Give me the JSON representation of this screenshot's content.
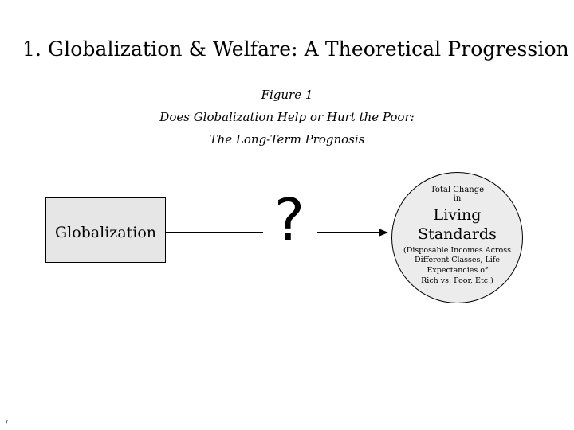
{
  "title": "1.  Globalization & Welfare:  A Theoretical Progression",
  "figure": {
    "label": "Figure 1",
    "subtitle_line1": "Does Globalization Help or Hurt the Poor:",
    "subtitle_line2": "The Long-Term Prognosis"
  },
  "diagram": {
    "box_label": "Globalization",
    "middle_symbol": "?",
    "circle": {
      "top_line1": "Total Change",
      "top_line2": "in",
      "main_line1": "Living",
      "main_line2": "Standards",
      "note_line1": "(Disposable Incomes Across",
      "note_line2": "Different Classes, Life",
      "note_line3": "Expectancies of",
      "note_line4": "Rich vs. Poor, Etc.)"
    }
  },
  "page_number": "7",
  "colors": {
    "box_fill": "#e6e6e6",
    "circle_fill": "#ececec",
    "stroke": "#000000"
  }
}
